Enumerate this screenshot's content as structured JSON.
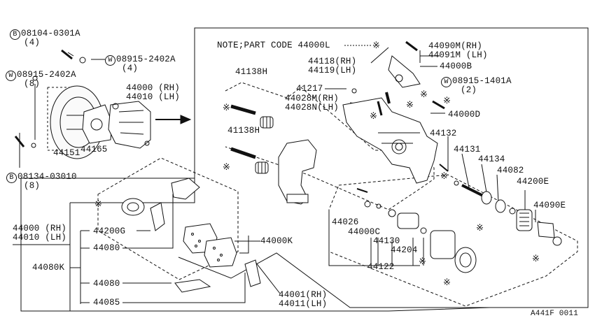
{
  "note": "NOTE;PART CODE 44000L",
  "diagram_code": "A441F 0011",
  "marks": {
    "star": "※"
  },
  "labels": {
    "b08104": {
      "symbol": "B",
      "code": "08104-0301A",
      "qty": "(4)"
    },
    "w08915_top": {
      "symbol": "W",
      "code": "08915-2402A",
      "qty": "(4)"
    },
    "w08915_left": {
      "symbol": "W",
      "code": "08915-2402A",
      "qty": "(8)"
    },
    "b08134": {
      "symbol": "B",
      "code": "08134-03010",
      "qty": "(8)"
    },
    "p44000_44010": {
      "line1": "44000 (RH)",
      "line2": "44010 (LH)"
    },
    "p44151": "44151",
    "p44165": "44165",
    "p41138h_a": "41138H",
    "p41138h_b": "41138H",
    "p41217": "41217",
    "p44028": {
      "line1": "44028M(RH)",
      "line2": "44028N(LH)"
    },
    "p44118": {
      "line1": "44118(RH)",
      "line2": "44119(LH)"
    },
    "p44090m": {
      "line1": "44090M(RH)",
      "line2": "44091M (LH)"
    },
    "p44000b": "44000B",
    "w08915_1401": {
      "symbol": "W",
      "code": "08915-1401A",
      "qty": "(2)"
    },
    "p44000d": "44000D",
    "p44132": "44132",
    "p44131": "44131",
    "p44134": "44134",
    "p44082": "44082",
    "p44200e": "44200E",
    "p44090e": "44090E",
    "p44026": "44026",
    "p44000c": "44000C",
    "p44130": "44130",
    "p44204": "44204",
    "p44122": "44122",
    "p44000k": "44000K",
    "p44001": {
      "line1": "44001(RH)",
      "line2": "44011(LH)"
    },
    "left_44000": {
      "line1": "44000 (RH)",
      "line2": "44010 (LH)"
    },
    "p44080k": "44080K",
    "p44200g": "44200G",
    "p44080_a": "44080",
    "p44080_b": "44080",
    "p44085": "44085"
  }
}
